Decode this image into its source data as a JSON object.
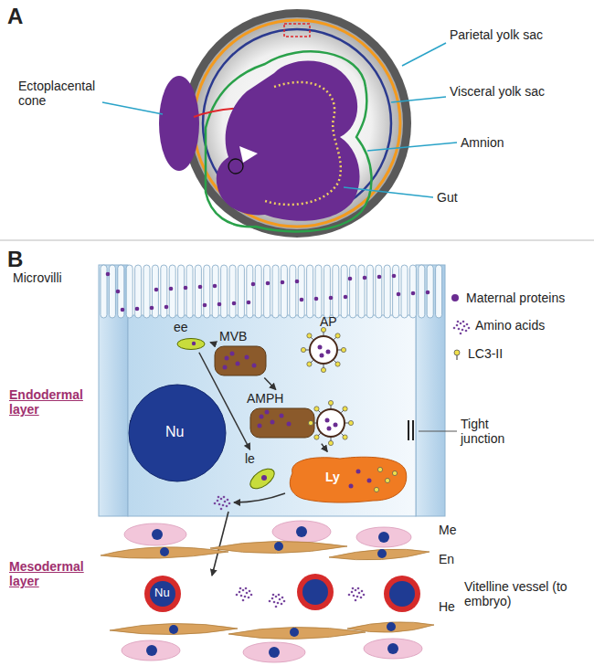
{
  "diagram": {
    "nodes": [
      {
        "text": [
          "ee"
        ]
      },
      {
        "text": [
          "MVB"
        ]
      },
      {
        "text": [
          "AP"
        ]
      },
      {
        "text": [
          "AMPH"
        ]
      },
      {
        "text": [
          "Nu"
        ]
      },
      {
        "text": [
          "le"
        ]
      },
      {
        "text": [
          "Ly"
        ]
      }
    ],
    "edges": [
      {
        "from": 0,
        "to": 1,
        "arrow": "to"
      },
      {
        "from": 1,
        "to": 3,
        "arrow": "to"
      },
      {
        "from": 0,
        "to": 5,
        "arrow": "to"
      },
      {
        "from": 3,
        "to": 6,
        "arrow": "to"
      }
    ],
    "labels": [
      "A",
      "Ectoplacental cone",
      "Parietal yolk sac",
      "Visceral yolk sac",
      "Amnion",
      "Gut",
      "B",
      "Microvilli",
      "Tight junction",
      "Endodermal layer",
      "Me",
      "En",
      "Mesodermal layer",
      "Nu",
      "Vitelline vessel (to embryo)",
      "He"
    ],
    "legend": [
      {
        "text": "Maternal proteins",
        "color": "#6a2c91"
      },
      {
        "text": "Amino acids"
      },
      {
        "text": "LC3-II"
      }
    ]
  }
}
